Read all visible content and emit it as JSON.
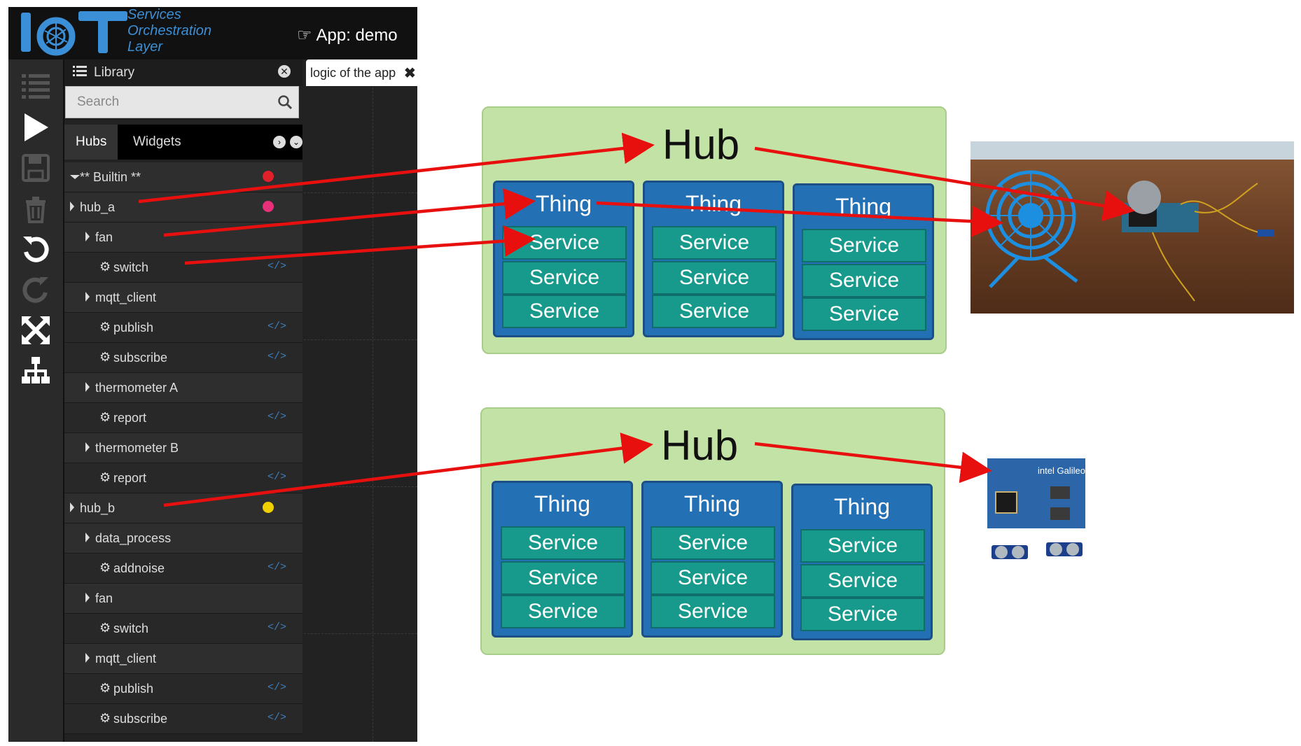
{
  "header": {
    "logo_text": "IoT",
    "logo_subtitle": [
      "Services",
      "Orchestration",
      "Layer"
    ],
    "app_title": "App: demo"
  },
  "toolbar": {
    "icons": [
      "list-icon",
      "play-icon",
      "save-icon",
      "trash-icon",
      "undo-icon",
      "redo-icon",
      "expand-icon",
      "hierarchy-icon"
    ]
  },
  "library": {
    "label": "Library",
    "search_placeholder": "Search",
    "tabs": [
      "Hubs",
      "Widgets"
    ]
  },
  "editor": {
    "tab_label": "logic of the app"
  },
  "tree": [
    {
      "label": "** Builtin **",
      "level": 0,
      "expanded": true,
      "kind": "hub",
      "status_color": "#e0202a"
    },
    {
      "label": "hub_a",
      "level": 0,
      "expanded": false,
      "kind": "hub",
      "status_color": "#e8307a"
    },
    {
      "label": "fan",
      "level": 1,
      "expanded": false,
      "kind": "thing"
    },
    {
      "label": "switch",
      "level": 2,
      "kind": "service"
    },
    {
      "label": "mqtt_client",
      "level": 1,
      "expanded": false,
      "kind": "thing"
    },
    {
      "label": "publish",
      "level": 2,
      "kind": "service"
    },
    {
      "label": "subscribe",
      "level": 2,
      "kind": "service"
    },
    {
      "label": "thermometer A",
      "level": 1,
      "expanded": false,
      "kind": "thing"
    },
    {
      "label": "report",
      "level": 2,
      "kind": "service"
    },
    {
      "label": "thermometer B",
      "level": 1,
      "expanded": false,
      "kind": "thing"
    },
    {
      "label": "report",
      "level": 2,
      "kind": "service"
    },
    {
      "label": "hub_b",
      "level": 0,
      "expanded": false,
      "kind": "hub",
      "status_color": "#f0d000"
    },
    {
      "label": "data_process",
      "level": 1,
      "expanded": false,
      "kind": "thing"
    },
    {
      "label": "addnoise",
      "level": 2,
      "kind": "service"
    },
    {
      "label": "fan",
      "level": 1,
      "expanded": false,
      "kind": "thing"
    },
    {
      "label": "switch",
      "level": 2,
      "kind": "service"
    },
    {
      "label": "mqtt_client",
      "level": 1,
      "expanded": false,
      "kind": "thing"
    },
    {
      "label": "publish",
      "level": 2,
      "kind": "service"
    },
    {
      "label": "subscribe",
      "level": 2,
      "kind": "service"
    }
  ],
  "diagram": {
    "hubs": [
      {
        "title": "Hub",
        "things": [
          {
            "title": "Thing",
            "services": [
              "Service",
              "Service",
              "Service"
            ]
          },
          {
            "title": "Thing",
            "services": [
              "Service",
              "Service",
              "Service"
            ]
          },
          {
            "title": "Thing",
            "services": [
              "Service",
              "Service",
              "Service"
            ]
          }
        ]
      },
      {
        "title": "Hub",
        "things": [
          {
            "title": "Thing",
            "services": [
              "Service",
              "Service",
              "Service"
            ]
          },
          {
            "title": "Thing",
            "services": [
              "Service",
              "Service",
              "Service"
            ]
          },
          {
            "title": "Thing",
            "services": [
              "Service",
              "Service",
              "Service"
            ]
          }
        ]
      }
    ],
    "photo_labels": {
      "board_brand": "intel Galileo"
    },
    "colors": {
      "arrow": "#e8100e",
      "hub_fill": "#c3e2a6",
      "thing_fill": "#2470b4",
      "service_fill": "#179a8c"
    }
  }
}
